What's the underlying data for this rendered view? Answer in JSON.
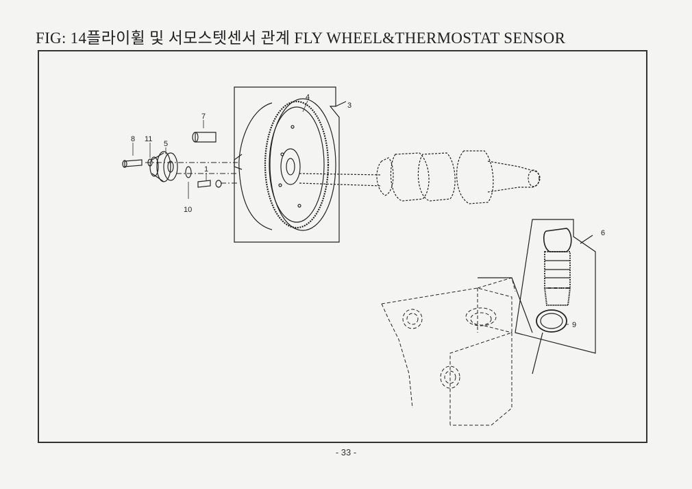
{
  "header": {
    "fig_label": "FIG:",
    "korean_title": "14플라이휠 및 서모스텟센서 관계",
    "english_title": "FLY WHEEL&THERMOSTAT SENSOR"
  },
  "diagram": {
    "callouts": [
      "1",
      "3",
      "4",
      "5",
      "6",
      "7",
      "8",
      "9",
      "10",
      "11"
    ]
  },
  "footer": {
    "page_number": "-  33  -"
  }
}
